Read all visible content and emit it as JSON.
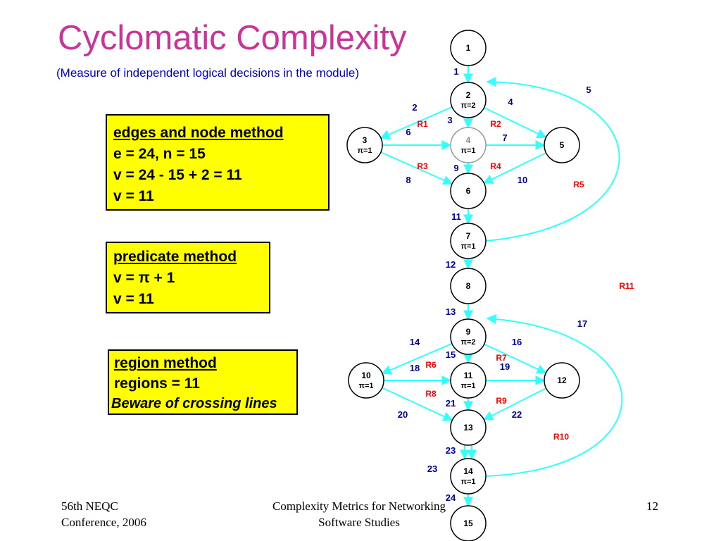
{
  "slide": {
    "title": "Cyclomatic Complexity",
    "subtitle": "(Measure of independent logical decisions in the module)"
  },
  "boxes": {
    "edges_method": {
      "heading": "edges and node method",
      "lines": [
        "e = 24, n = 15",
        "v = 24 - 15 + 2 = 11",
        "v = 11"
      ]
    },
    "predicate_method": {
      "heading": "predicate method",
      "lines": [
        "v = π + 1",
        "v = 11"
      ]
    },
    "region_method": {
      "heading": "region method",
      "line": "regions = 11",
      "note": "Beware of crossing lines"
    }
  },
  "graph": {
    "nodes": [
      {
        "id": "1",
        "label": "1",
        "pi": ""
      },
      {
        "id": "2",
        "label": "2",
        "pi": "π=2"
      },
      {
        "id": "3",
        "label": "3",
        "pi": "π=1"
      },
      {
        "id": "4",
        "label": "4",
        "pi": "π=1"
      },
      {
        "id": "5",
        "label": "5",
        "pi": ""
      },
      {
        "id": "6",
        "label": "6",
        "pi": ""
      },
      {
        "id": "7",
        "label": "7",
        "pi": "π=1"
      },
      {
        "id": "8",
        "label": "8",
        "pi": ""
      },
      {
        "id": "9",
        "label": "9",
        "pi": "π=2"
      },
      {
        "id": "10",
        "label": "10",
        "pi": "π=1"
      },
      {
        "id": "11",
        "label": "11",
        "pi": "π=1"
      },
      {
        "id": "12",
        "label": "12",
        "pi": ""
      },
      {
        "id": "13",
        "label": "13",
        "pi": ""
      },
      {
        "id": "14",
        "label": "14",
        "pi": "π=1"
      },
      {
        "id": "15",
        "label": "15",
        "pi": ""
      }
    ],
    "edges": [
      {
        "label": "1",
        "from": "1",
        "to": "2"
      },
      {
        "label": "2",
        "from": "2",
        "to": "3"
      },
      {
        "label": "3",
        "from": "2",
        "to": "4"
      },
      {
        "label": "4",
        "from": "2",
        "to": "5"
      },
      {
        "label": "5",
        "from": "7",
        "to": "2"
      },
      {
        "label": "6",
        "from": "3",
        "to": "4"
      },
      {
        "label": "7",
        "from": "4",
        "to": "5"
      },
      {
        "label": "8",
        "from": "3",
        "to": "6"
      },
      {
        "label": "9",
        "from": "4",
        "to": "6"
      },
      {
        "label": "10",
        "from": "5",
        "to": "6"
      },
      {
        "label": "11",
        "from": "6",
        "to": "7"
      },
      {
        "label": "12",
        "from": "7",
        "to": "8"
      },
      {
        "label": "13",
        "from": "8",
        "to": "9"
      },
      {
        "label": "14",
        "from": "9",
        "to": "10"
      },
      {
        "label": "15",
        "from": "9",
        "to": "11"
      },
      {
        "label": "16",
        "from": "9",
        "to": "12"
      },
      {
        "label": "17",
        "from": "14",
        "to": "9"
      },
      {
        "label": "18",
        "from": "10",
        "to": "11"
      },
      {
        "label": "19",
        "from": "11",
        "to": "12"
      },
      {
        "label": "20",
        "from": "10",
        "to": "13"
      },
      {
        "label": "21",
        "from": "11",
        "to": "13"
      },
      {
        "label": "22",
        "from": "12",
        "to": "13"
      },
      {
        "label": "23",
        "from": "13",
        "to": "14"
      },
      {
        "label": "23",
        "from": "13",
        "to": "14"
      },
      {
        "label": "24",
        "from": "14",
        "to": "15"
      }
    ],
    "regions": [
      "R1",
      "R2",
      "R3",
      "R4",
      "R5",
      "R6",
      "R7",
      "R8",
      "R9",
      "R10",
      "R11"
    ],
    "colors": {
      "edge": "#33ffff",
      "edge_label": "#000099",
      "region_label": "#ff0000",
      "node_border": "#000000",
      "node_faded_border": "#999999"
    }
  },
  "footer": {
    "left": [
      "56th NEQC",
      "Conference, 2006"
    ],
    "center": [
      "Complexity Metrics for Networking",
      "Software Studies"
    ],
    "page_number": "12"
  }
}
